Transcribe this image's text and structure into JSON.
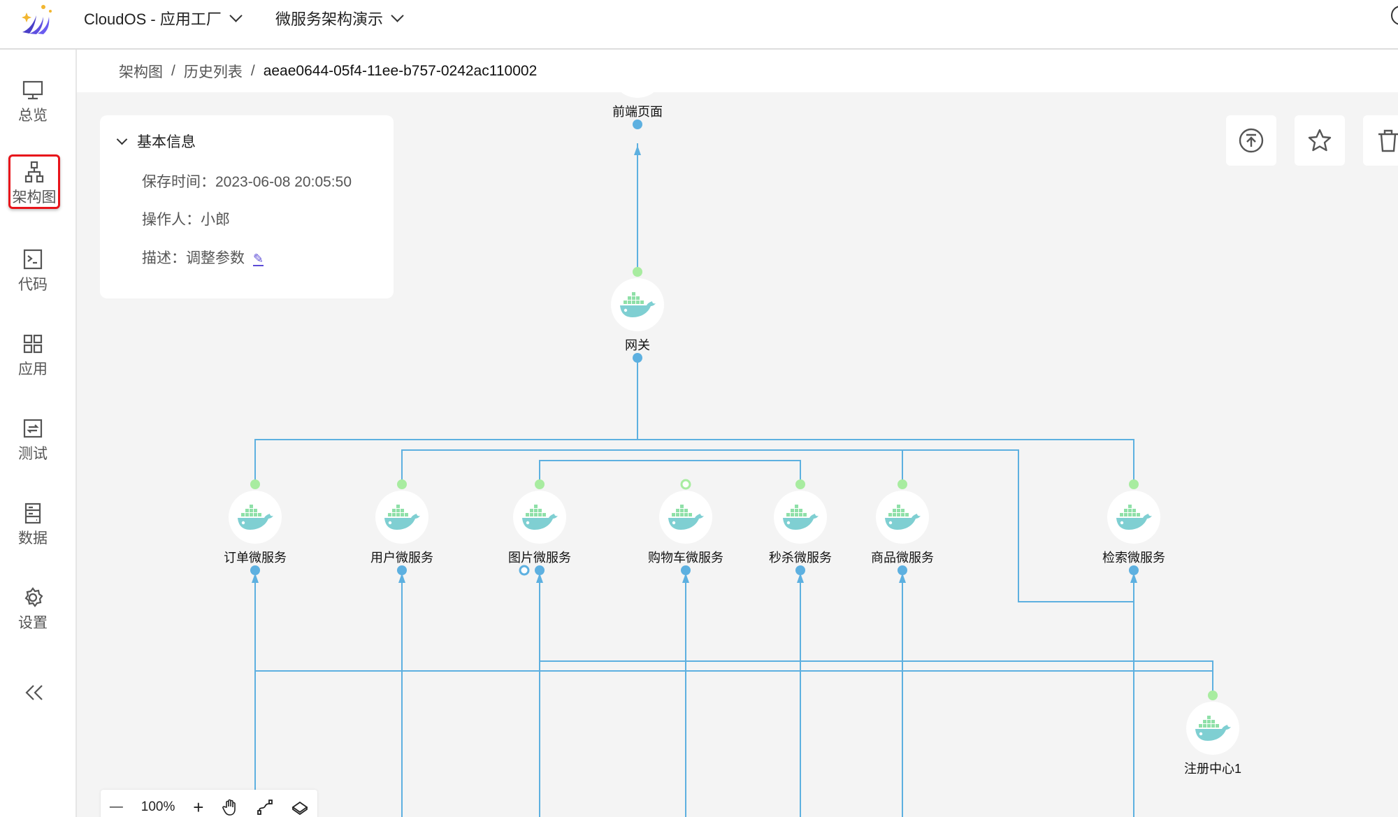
{
  "header": {
    "app_selector": "CloudOS - 应用工厂",
    "project_selector": "微服务架构演示"
  },
  "sidebar": {
    "items": [
      {
        "label": "总览",
        "icon": "monitor-icon"
      },
      {
        "label": "架构图",
        "icon": "hierarchy-icon",
        "active": true
      },
      {
        "label": "代码",
        "icon": "terminal-icon"
      },
      {
        "label": "应用",
        "icon": "grid-icon"
      },
      {
        "label": "测试",
        "icon": "repeat-icon"
      },
      {
        "label": "数据",
        "icon": "cabinet-icon"
      },
      {
        "label": "设置",
        "icon": "gear-icon"
      }
    ],
    "collapse_icon": "double-chevron-left-icon"
  },
  "breadcrumb": [
    "架构图",
    "历史列表",
    "aeae0644-05f4-11ee-b757-0242ac110002"
  ],
  "info": {
    "title": "基本信息",
    "save_time": "保存时间：2023-06-08 20:05:50",
    "operator": "操作人：小郎",
    "description": "描述：调整参数"
  },
  "nodes": [
    {
      "id": "frontend",
      "label": "前端页面",
      "type": "terminal"
    },
    {
      "id": "gateway",
      "label": "网关",
      "type": "docker"
    },
    {
      "id": "order",
      "label": "订单微服务",
      "type": "docker"
    },
    {
      "id": "user",
      "label": "用户微服务",
      "type": "docker"
    },
    {
      "id": "image",
      "label": "图片微服务",
      "type": "docker"
    },
    {
      "id": "cart",
      "label": "购物车微服务",
      "type": "docker"
    },
    {
      "id": "seckill",
      "label": "秒杀微服务",
      "type": "docker"
    },
    {
      "id": "product",
      "label": "商品微服务",
      "type": "docker"
    },
    {
      "id": "search",
      "label": "检索微服务",
      "type": "docker"
    },
    {
      "id": "registry",
      "label": "注册中心1",
      "type": "docker"
    }
  ],
  "actions": [
    "upload-icon",
    "star-icon",
    "trash-icon"
  ],
  "zoom": {
    "minus": "—",
    "level": "100%",
    "plus": "+"
  },
  "colors": {
    "edge": "#5db0e0",
    "port_in": "#a8eca0",
    "port_out": "#5db0e0",
    "active_border": "#e8141b",
    "canvas": "#f4f4f4"
  }
}
